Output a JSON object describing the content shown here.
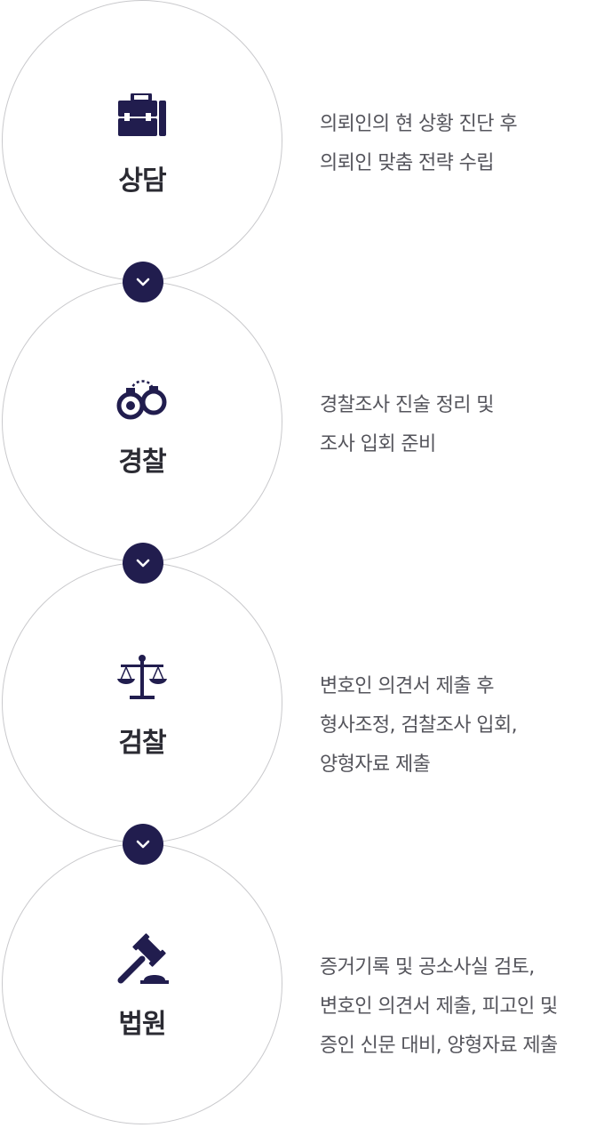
{
  "colors": {
    "accent": "#211d4e",
    "circle_border": "#c9c9cc",
    "text": "#55555c",
    "title": "#2b2b33"
  },
  "steps": [
    {
      "title": "상담",
      "icon": "briefcase-icon",
      "lines": [
        "의뢰인의 현 상황 진단 후",
        "의뢰인 맞춤 전략 수립"
      ]
    },
    {
      "title": "경찰",
      "icon": "handcuffs-icon",
      "lines": [
        "경찰조사 진술 정리 및",
        "조사 입회 준비"
      ]
    },
    {
      "title": "검찰",
      "icon": "scales-icon",
      "lines": [
        "변호인 의견서 제출 후",
        "형사조정, 검찰조사 입회,",
        "양형자료 제출"
      ]
    },
    {
      "title": "법원",
      "icon": "gavel-icon",
      "lines": [
        "증거기록 및 공소사실 검토,",
        "변호인 의견서 제출,  피고인 및",
        "증인 신문 대비, 양형자료 제출"
      ]
    }
  ],
  "connector_icon": "chevron-down-icon"
}
